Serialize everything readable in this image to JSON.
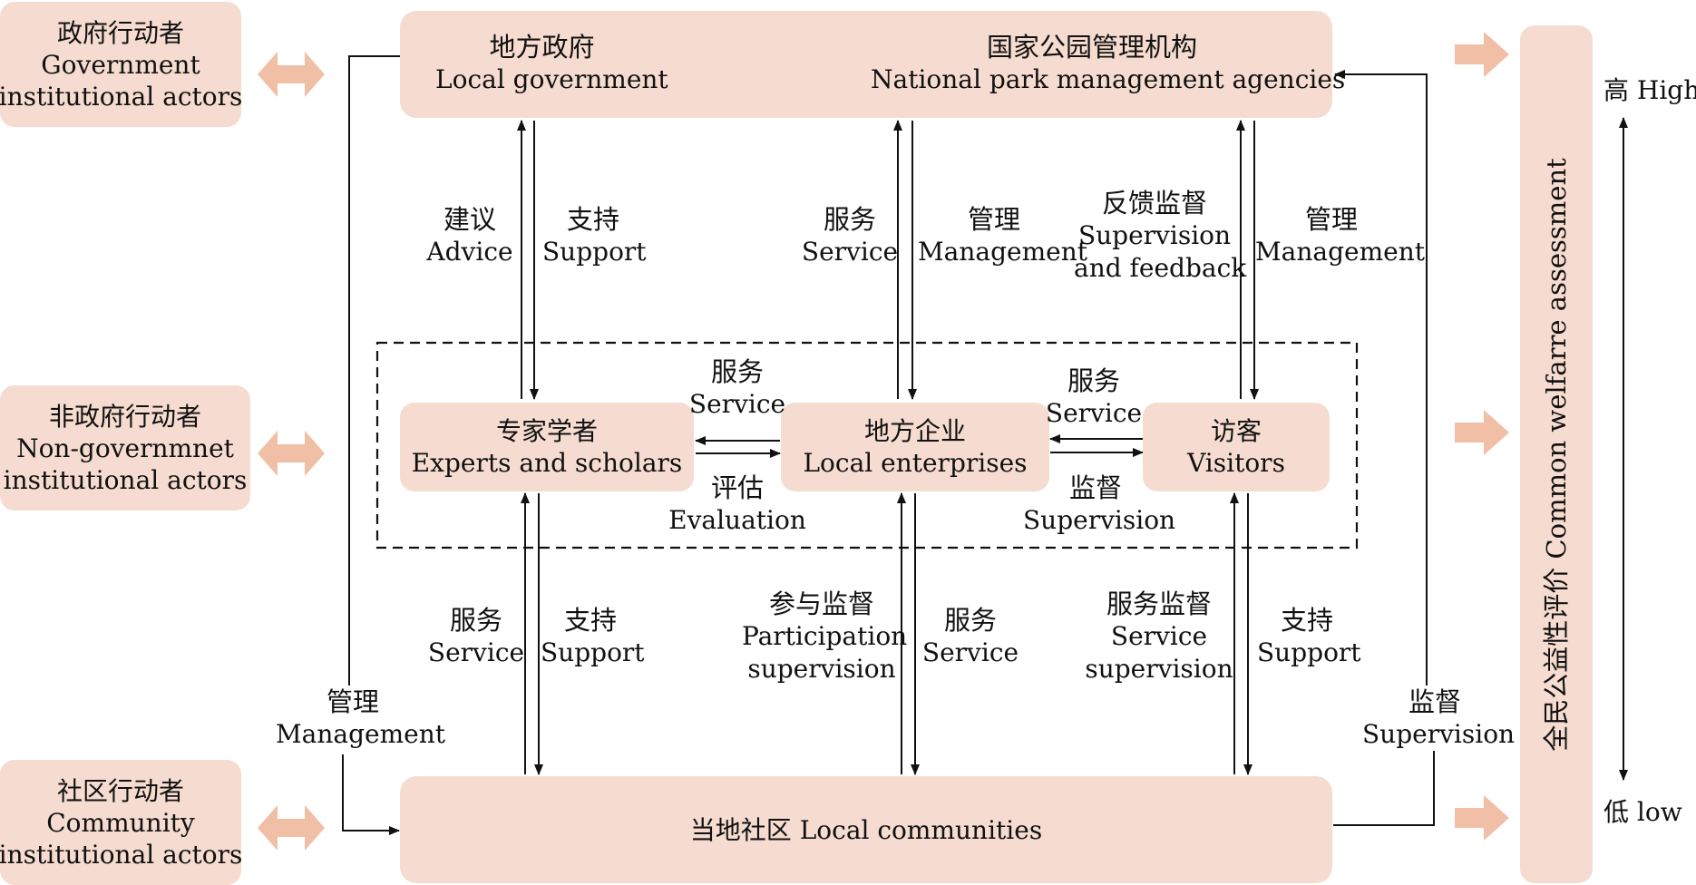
{
  "actors": {
    "government": {
      "cn": "政府行动者",
      "en1": "Government",
      "en2": "institutional actors"
    },
    "non_government": {
      "cn": "非政府行动者",
      "en1": "Non-governmnet",
      "en2": "institutional actors"
    },
    "community": {
      "cn": "社区行动者",
      "en1": "Community",
      "en2": "institutional actors"
    }
  },
  "nodes": {
    "local_government": {
      "cn": "地方政府",
      "en": "Local government"
    },
    "park_agencies": {
      "cn": "国家公园管理机构",
      "en": "National park management agencies"
    },
    "experts": {
      "cn": "专家学者",
      "en": "Experts and scholars"
    },
    "enterprises": {
      "cn": "地方企业",
      "en": "Local enterprises"
    },
    "visitors": {
      "cn": "访客",
      "en": "Visitors"
    },
    "communities": {
      "label": "当地社区 Local communities"
    }
  },
  "flow_labels": {
    "advice": {
      "cn": "建议",
      "en": "Advice"
    },
    "support_top": {
      "cn": "支持",
      "en": "Support"
    },
    "service_top": {
      "cn": "服务",
      "en": "Service"
    },
    "management_top": {
      "cn": "管理",
      "en": "Management"
    },
    "feedback": {
      "cn": "反馈监督",
      "en1": "Supervision",
      "en2": "and feedback"
    },
    "management_right": {
      "cn": "管理",
      "en": "Management"
    },
    "service_expert_ent": {
      "cn": "服务",
      "en": "Service"
    },
    "evaluation": {
      "cn": "评估",
      "en": "Evaluation"
    },
    "service_ent_vis": {
      "cn": "服务",
      "en": "Service"
    },
    "supervision_mid": {
      "cn": "监督",
      "en": "Supervision"
    },
    "service_bottom_left": {
      "cn": "服务",
      "en": "Service"
    },
    "support_bottom_left": {
      "cn": "支持",
      "en": "Support"
    },
    "participation": {
      "cn": "参与监督",
      "en1": "Participation",
      "en2": "supervision"
    },
    "service_bottom_mid": {
      "cn": "服务",
      "en": "Service"
    },
    "service_supervision": {
      "cn": "服务监督",
      "en1": "Service",
      "en2": "supervision"
    },
    "support_bottom_right": {
      "cn": "支持",
      "en": "Support"
    },
    "management_left": {
      "cn": "管理",
      "en": "Management"
    },
    "supervision_right": {
      "cn": "监督",
      "en": "Supervision"
    }
  },
  "assessment": {
    "label": "全民公益性评价 Common welfarre assessment"
  },
  "scale": {
    "high": "高 High",
    "low": "低 low"
  },
  "colors": {
    "box_fill": "#f6dcd0",
    "arrow_fill": "#f0bfa6",
    "line": "#111111"
  }
}
